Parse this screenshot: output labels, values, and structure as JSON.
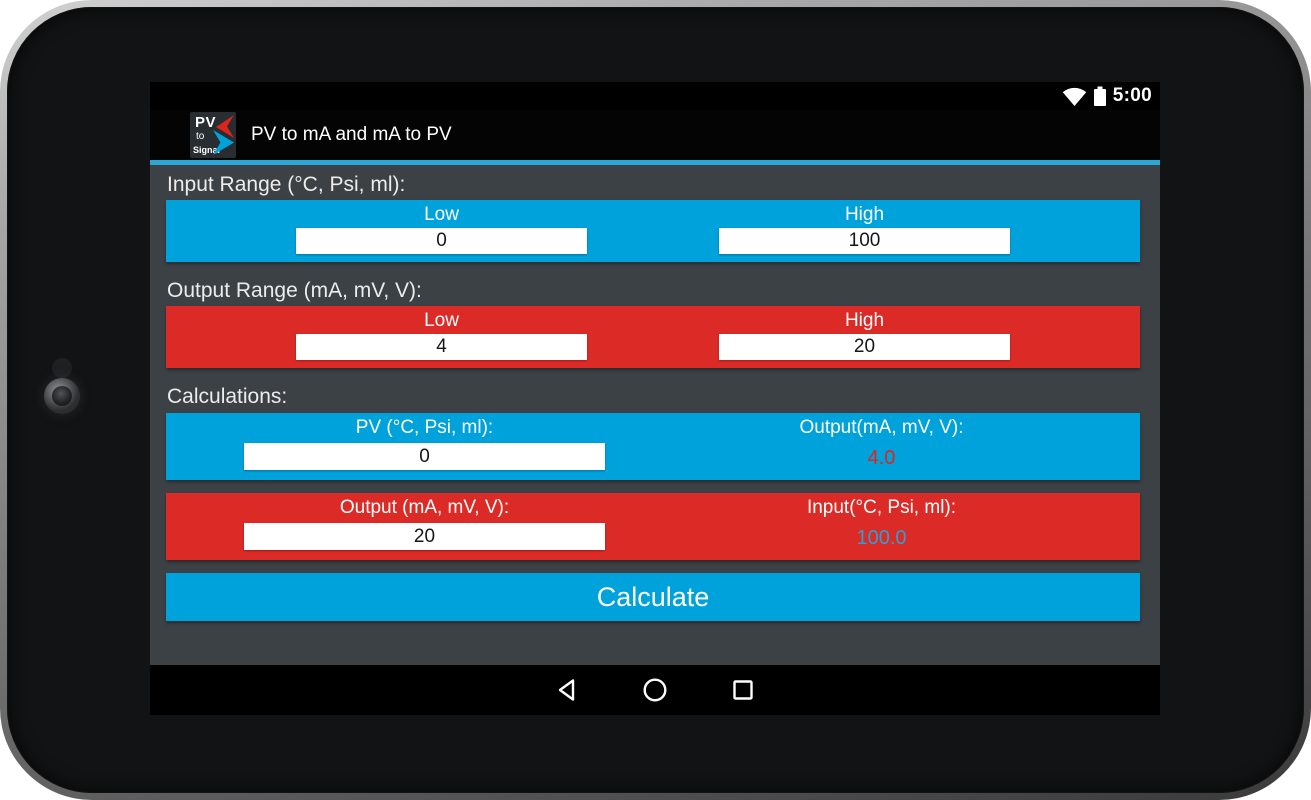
{
  "status_bar": {
    "time": "5:00",
    "icons": [
      "wifi-icon",
      "battery-icon"
    ]
  },
  "app_bar": {
    "logo": {
      "line1": "PV",
      "line2": "to",
      "line3": "Signal"
    },
    "title": "PV to mA and mA to PV"
  },
  "input_range": {
    "label": "Input Range (°C, Psi, ml):",
    "low": {
      "label": "Low",
      "value": "0"
    },
    "high": {
      "label": "High",
      "value": "100"
    }
  },
  "output_range": {
    "label": "Output Range (mA, mV, V):",
    "low": {
      "label": "Low",
      "value": "4"
    },
    "high": {
      "label": "High",
      "value": "20"
    }
  },
  "calculations": {
    "label": "Calculations:",
    "pv_to_signal": {
      "input_label": "PV (°C, Psi, ml):",
      "input_value": "0",
      "result_label": "Output(mA, mV, V):",
      "result_value": "4.0"
    },
    "signal_to_pv": {
      "input_label": "Output (mA, mV, V):",
      "input_value": "20",
      "result_label": "Input(°C, Psi, ml):",
      "result_value": "100.0"
    }
  },
  "calculate_button": {
    "label": "Calculate"
  },
  "nav_bar": {
    "icons": [
      "back-icon",
      "home-icon",
      "recents-icon"
    ]
  },
  "colors": {
    "blue": "#00A2DC",
    "red": "#DC2B26",
    "content_bg": "#3C4146",
    "accent_line": "#2BA7D7",
    "result_red": "#E0251C",
    "result_blue": "#2D9FD6"
  }
}
